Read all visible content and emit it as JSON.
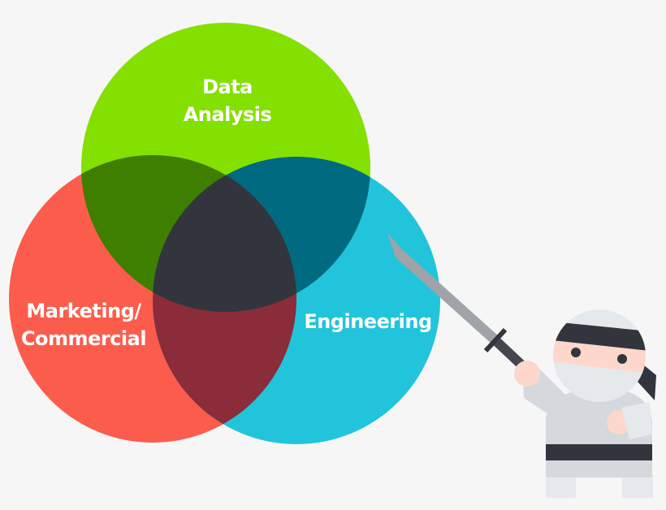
{
  "venn": {
    "sets": [
      {
        "label_lines": [
          "Data",
          "Analysis"
        ],
        "color": "#84e000"
      },
      {
        "label_lines": [
          "Marketing/",
          "Commercial"
        ],
        "color": "#fc5c4c"
      },
      {
        "label_lines": [
          "Engineering"
        ],
        "color": "#22c4dc"
      }
    ],
    "overlap_colors": {
      "data_marketing": "#3e7f00",
      "data_engineering": "#006a80",
      "marketing_engineering": "#8a2c3a",
      "all": "#32353d"
    }
  },
  "illustration": {
    "name": "ninja-with-sword"
  },
  "background": "#f6f6f6"
}
